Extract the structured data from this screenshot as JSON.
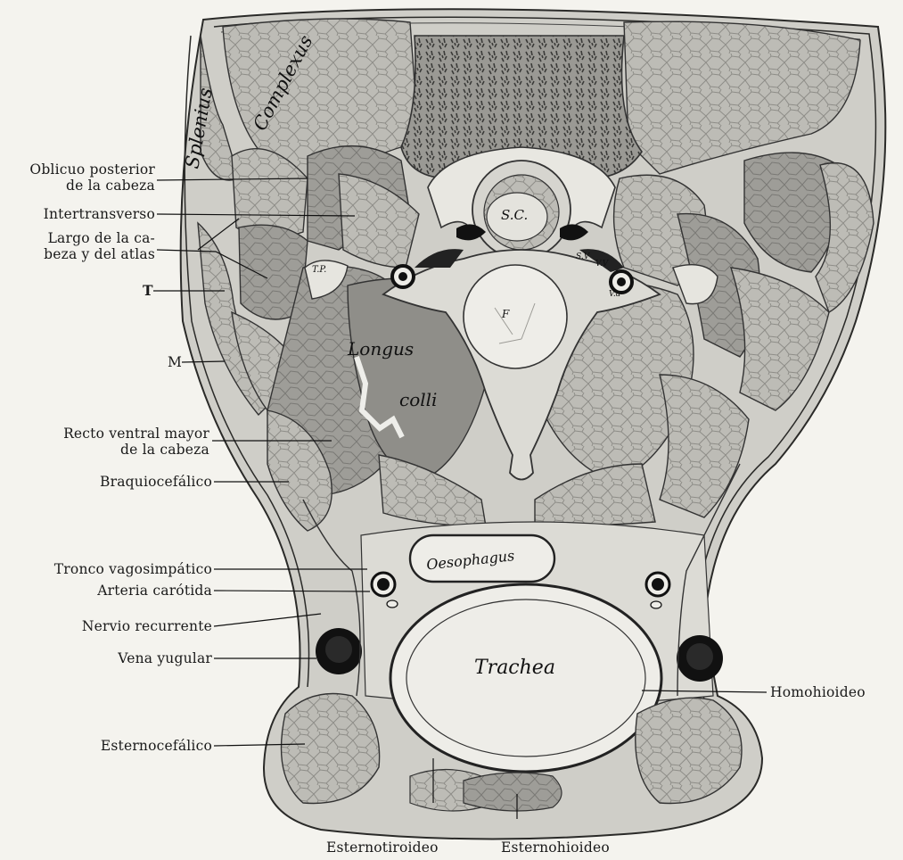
{
  "labels": {
    "oblicuo_1": "Oblicuo posterior",
    "oblicuo_2": "de la cabeza",
    "intertransverso": "Intertransverso",
    "largo_1": "Largo de la ca-",
    "largo_2": "beza y del atlas",
    "t": "T",
    "m": "M",
    "recto_1": "Recto ventral mayor",
    "recto_2": "de la cabeza",
    "braquiocefalico": "Braquiocefálico",
    "tronco": "Tronco vagosimpático",
    "arteria": "Arteria carótida",
    "nervio": "Nervio recurrente",
    "vena": "Vena yugular",
    "esternocefalico": "Esternocefálico",
    "homohioideo": "Homohioideo",
    "esternotiroideo": "Esternotiroideo",
    "esternohioideo": "Esternohioideo"
  },
  "inner_labels": {
    "splenius": "Splenius",
    "complexus": "Complexus",
    "sc": "S.C.",
    "tp": "T.P.",
    "sv": "S.V",
    "vv": "V.V",
    "va": "V.a",
    "f": "F",
    "longus": "Longus",
    "colli": "colli",
    "oesophagus": "Oesophagus",
    "trachea": "Trachea"
  }
}
